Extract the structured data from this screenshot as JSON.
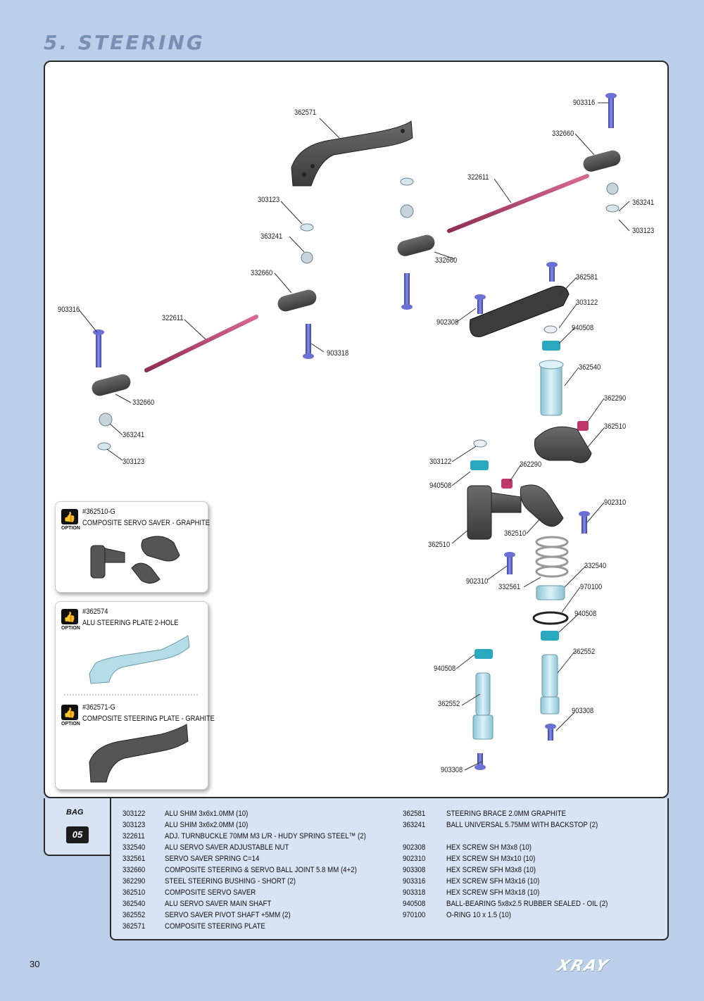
{
  "page": {
    "title": "5. STEERING",
    "page_number": "30",
    "brand": "XRAY"
  },
  "diagram": {
    "callouts": [
      {
        "id": "c1",
        "text": "362571"
      },
      {
        "id": "c2",
        "text": "903316"
      },
      {
        "id": "c3",
        "text": "332660"
      },
      {
        "id": "c4",
        "text": "322611"
      },
      {
        "id": "c5",
        "text": "303123"
      },
      {
        "id": "c6",
        "text": "363241"
      },
      {
        "id": "c7",
        "text": "363241"
      },
      {
        "id": "c8",
        "text": "303123"
      },
      {
        "id": "c9",
        "text": "332660"
      },
      {
        "id": "c10",
        "text": "332660"
      },
      {
        "id": "c11",
        "text": "903316"
      },
      {
        "id": "c12",
        "text": "322611"
      },
      {
        "id": "c13",
        "text": "903318"
      },
      {
        "id": "c14",
        "text": "362581"
      },
      {
        "id": "c15",
        "text": "303122"
      },
      {
        "id": "c16",
        "text": "902308"
      },
      {
        "id": "c17",
        "text": "940508"
      },
      {
        "id": "c18",
        "text": "362540"
      },
      {
        "id": "c19",
        "text": "332660"
      },
      {
        "id": "c20",
        "text": "362290"
      },
      {
        "id": "c21",
        "text": "363241"
      },
      {
        "id": "c22",
        "text": "362510"
      },
      {
        "id": "c23",
        "text": "303123"
      },
      {
        "id": "c24",
        "text": "303122"
      },
      {
        "id": "c25",
        "text": "362290"
      },
      {
        "id": "c26",
        "text": "940508"
      },
      {
        "id": "c27",
        "text": "902310"
      },
      {
        "id": "c28",
        "text": "362510"
      },
      {
        "id": "c29",
        "text": "362510"
      },
      {
        "id": "c30",
        "text": "332540"
      },
      {
        "id": "c31",
        "text": "902310"
      },
      {
        "id": "c32",
        "text": "332561"
      },
      {
        "id": "c33",
        "text": "970100"
      },
      {
        "id": "c34",
        "text": "940508"
      },
      {
        "id": "c35",
        "text": "362552"
      },
      {
        "id": "c36",
        "text": "940508"
      },
      {
        "id": "c37",
        "text": "362552"
      },
      {
        "id": "c38",
        "text": "903308"
      },
      {
        "id": "c39",
        "text": "903308"
      }
    ]
  },
  "options": [
    {
      "code": "#362510-G",
      "name": "COMPOSITE SERVO SAVER - GRAPHITE",
      "tag": "OPTION"
    },
    {
      "code": "#362574",
      "name": "ALU STEERING PLATE 2-HOLE",
      "tag": "OPTION"
    },
    {
      "code": "#362571-G",
      "name": "COMPOSITE STEERING PLATE - GRAHITE",
      "tag": "OPTION"
    }
  ],
  "bag": {
    "label": "BAG",
    "number": "05"
  },
  "parts_left": [
    {
      "code": "303122",
      "desc": "ALU SHIM 3x6x1.0MM (10)"
    },
    {
      "code": "303123",
      "desc": "ALU SHIM 3x6x2.0MM (10)"
    },
    {
      "code": "322611",
      "desc": "ADJ. TURNBUCKLE 70MM M3 L/R - HUDY SPRING STEEL™ (2)"
    },
    {
      "code": "332540",
      "desc": "ALU SERVO SAVER ADJUSTABLE NUT"
    },
    {
      "code": "332561",
      "desc": "SERVO SAVER SPRING C=14"
    },
    {
      "code": "332660",
      "desc": "COMPOSITE STEERING & SERVO BALL JOINT 5.8 MM (4+2)"
    },
    {
      "code": "362290",
      "desc": "STEEL STEERING BUSHING - SHORT (2)"
    },
    {
      "code": "362510",
      "desc": "COMPOSITE SERVO SAVER"
    },
    {
      "code": "362540",
      "desc": "ALU SERVO SAVER MAIN SHAFT"
    },
    {
      "code": "362552",
      "desc": "SERVO SAVER PIVOT SHAFT +5MM (2)"
    },
    {
      "code": "362571",
      "desc": "COMPOSITE STEERING PLATE"
    }
  ],
  "parts_right": [
    {
      "code": "362581",
      "desc": "STEERING BRACE 2.0MM GRAPHITE"
    },
    {
      "code": "363241",
      "desc": "BALL UNIVERSAL 5.75MM WITH BACKSTOP (2)"
    },
    {
      "code": "",
      "desc": ""
    },
    {
      "code": "902308",
      "desc": "HEX SCREW  SH M3x8  (10)"
    },
    {
      "code": "902310",
      "desc": "HEX SCREW  SH M3x10  (10)"
    },
    {
      "code": "903308",
      "desc": "HEX SCREW  SFH M3x8  (10)"
    },
    {
      "code": "903316",
      "desc": "HEX SCREW  SFH M3x16  (10)"
    },
    {
      "code": "903318",
      "desc": "HEX SCREW  SFH M3x18  (10)"
    },
    {
      "code": "940508",
      "desc": "BALL-BEARING 5x8x2.5 RUBBER SEALED - OIL (2)"
    },
    {
      "code": "970100",
      "desc": "O-RING 10 x 1.5  (10)"
    }
  ],
  "colors": {
    "background": "#bccfea",
    "panel": "#d8e3f3",
    "title": "#7a8fb4",
    "turnbuckle": "#b8476e",
    "screw": "#5a62c4",
    "alu": "#b5dde8",
    "bearing": "#2aa8c0",
    "composite": "#4a4a4a"
  }
}
